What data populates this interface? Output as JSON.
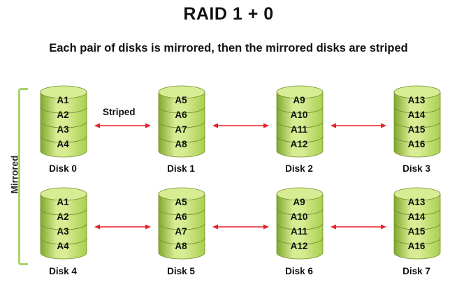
{
  "title": "RAID 1 + 0",
  "subtitle": "Each pair of disks is mirrored, then the mirrored disks are striped",
  "mirrored_label": "Mirrored",
  "striped_label": "Striped",
  "colors": {
    "disk_light": "#d8ec93",
    "disk_mid": "#a9cf4f",
    "disk_dark": "#7fa82c",
    "arrow": "#e8202a",
    "bracket": "#a8d46b"
  },
  "rows": [
    {
      "disks": [
        {
          "name": "Disk 0",
          "blocks": [
            "A1",
            "A2",
            "A3",
            "A4"
          ]
        },
        {
          "name": "Disk 1",
          "blocks": [
            "A5",
            "A6",
            "A7",
            "A8"
          ]
        },
        {
          "name": "Disk 2",
          "blocks": [
            "A9",
            "A10",
            "A11",
            "A12"
          ]
        },
        {
          "name": "Disk 3",
          "blocks": [
            "A13",
            "A14",
            "A15",
            "A16"
          ]
        }
      ]
    },
    {
      "disks": [
        {
          "name": "Disk 4",
          "blocks": [
            "A1",
            "A2",
            "A3",
            "A4"
          ]
        },
        {
          "name": "Disk 5",
          "blocks": [
            "A5",
            "A6",
            "A7",
            "A8"
          ]
        },
        {
          "name": "Disk 6",
          "blocks": [
            "A9",
            "A10",
            "A11",
            "A12"
          ]
        },
        {
          "name": "Disk 7",
          "blocks": [
            "A13",
            "A14",
            "A15",
            "A16"
          ]
        }
      ]
    }
  ]
}
